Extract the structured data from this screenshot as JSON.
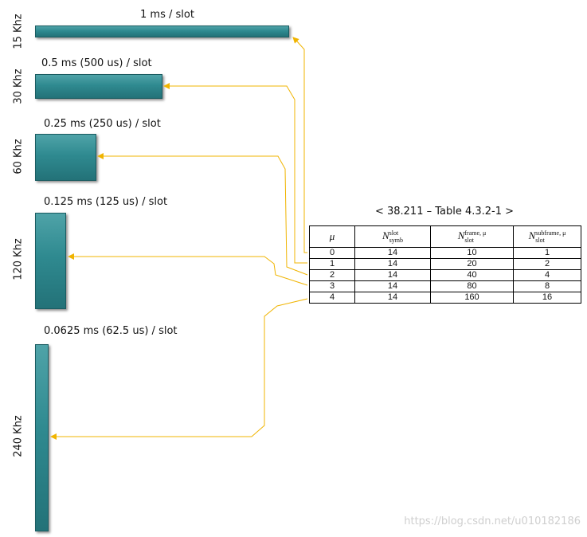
{
  "rows": [
    {
      "freq": "15 Khz",
      "duration": "1 ms / slot"
    },
    {
      "freq": "30 Khz",
      "duration": "0.5 ms (500 us) / slot"
    },
    {
      "freq": "60 Khz",
      "duration": "0.25 ms (250 us) / slot"
    },
    {
      "freq": "120 Khz",
      "duration": "0.125 ms (125 us) / slot"
    },
    {
      "freq": "240 Khz",
      "duration": "0.0625 ms (62.5 us) / slot"
    }
  ],
  "table": {
    "title": "< 38.211 – Table 4.3.2-1 >",
    "headers": {
      "mu": "μ",
      "symb_sym": "N",
      "symb_sup": "slot",
      "symb_sub": "symb",
      "frame_sym": "N",
      "frame_sup": "frame, μ",
      "frame_sub": "slot",
      "subframe_sym": "N",
      "subframe_sup": "subframe, μ",
      "subframe_sub": "slot"
    },
    "data": [
      [
        "0",
        "14",
        "10",
        "1"
      ],
      [
        "1",
        "14",
        "20",
        "2"
      ],
      [
        "2",
        "14",
        "40",
        "4"
      ],
      [
        "3",
        "14",
        "80",
        "8"
      ],
      [
        "4",
        "14",
        "160",
        "16"
      ]
    ]
  },
  "watermark": "https://blog.csdn.net/u010182186",
  "colors": {
    "slot": "#2f8a90",
    "arrow": "#f0b400"
  }
}
